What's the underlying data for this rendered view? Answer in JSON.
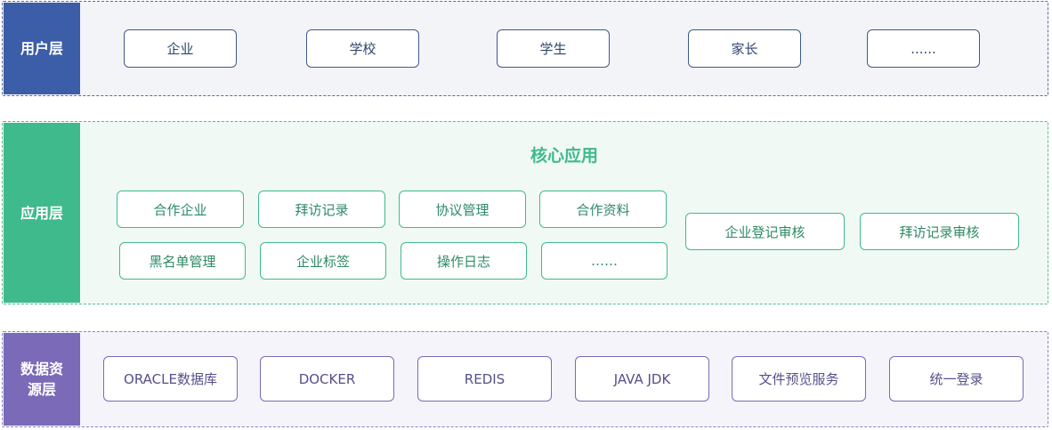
{
  "user_layer": {
    "label": "用户层",
    "items": [
      "企业",
      "学校",
      "学生",
      "家长",
      "......"
    ]
  },
  "app_layer": {
    "label": "应用层",
    "core_title": "核心应用",
    "grid_items": [
      "合作企业",
      "拜访记录",
      "协议管理",
      "合作资料",
      "黑名单管理",
      "企业标签",
      "操作日志",
      "……"
    ],
    "review_items": [
      "企业登记审核",
      "拜访记录审核"
    ]
  },
  "data_layer": {
    "label_line1": "数据资",
    "label_line2": "源层",
    "items": [
      "ORACLE数据库",
      "DOCKER",
      "REDIS",
      "JAVA JDK",
      "文件预览服务",
      "统一登录"
    ]
  },
  "colors": {
    "user": "#3c5ea8",
    "app": "#3fba8c",
    "data": "#7a6ab8"
  }
}
